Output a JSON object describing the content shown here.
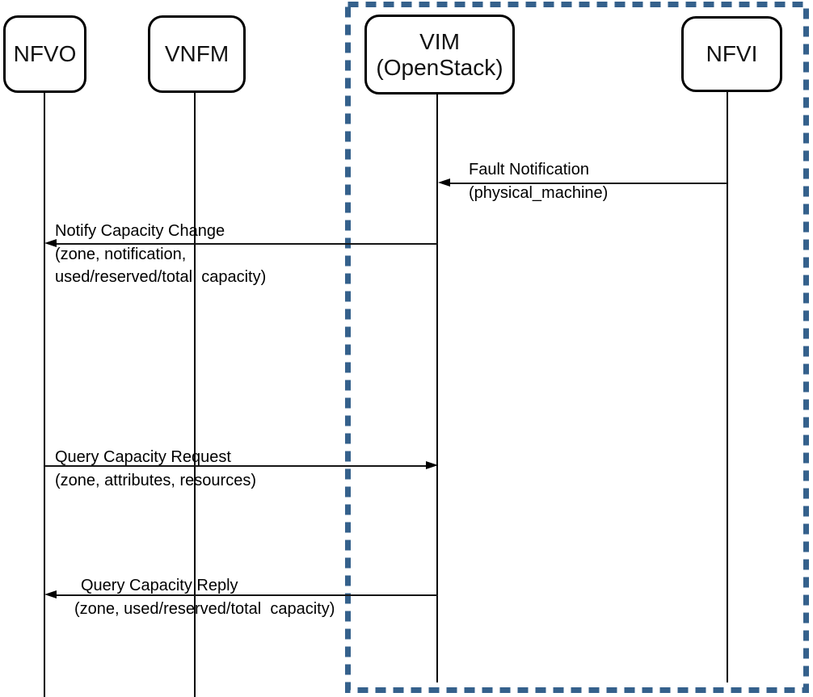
{
  "diagram": {
    "type": "sequence-diagram",
    "boundary_note": "dashed box enclosing VIM (OpenStack) and NFVI"
  },
  "colors": {
    "boundary": "#35618C",
    "line": "#000000",
    "background": "#ffffff"
  },
  "actors": [
    {
      "id": "nfvo",
      "label": "NFVO"
    },
    {
      "id": "vnfm",
      "label": "VNFM"
    },
    {
      "id": "vim",
      "label": "VIM",
      "sublabel": "(OpenStack)"
    },
    {
      "id": "nfvi",
      "label": "NFVI"
    }
  ],
  "messages": [
    {
      "id": "fault-notification",
      "line1": "Fault Notification",
      "line2": "(physical_machine)",
      "from": "NFVI",
      "to": "VIM (OpenStack)",
      "direction": "left"
    },
    {
      "id": "notify-capacity-change",
      "line1": "Notify Capacity Change",
      "line2": "(zone, notification,",
      "line3": "used/reserved/total  capacity)",
      "from": "VIM (OpenStack)",
      "to": "NFVO",
      "direction": "left"
    },
    {
      "id": "query-capacity-request",
      "line1": "Query Capacity Request",
      "line2": "(zone, attributes, resources)",
      "from": "NFVO",
      "to": "VIM (OpenStack)",
      "direction": "right"
    },
    {
      "id": "query-capacity-reply",
      "line1": "Query Capacity Reply",
      "line2": "(zone, used/reserved/total  capacity)",
      "from": "VIM (OpenStack)",
      "to": "NFVO",
      "direction": "left"
    }
  ]
}
